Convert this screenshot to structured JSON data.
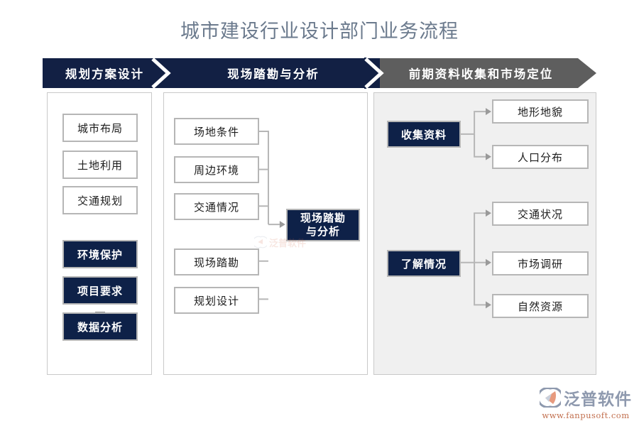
{
  "page": {
    "title": "城市建设行业设计部门业务流程"
  },
  "banners": [
    {
      "label": "规划方案设计",
      "color": "#122044"
    },
    {
      "label": "现场踏勘与分析",
      "color": "#122044"
    },
    {
      "label": "前期资料收集和市场定位",
      "color": "#5e5e5e"
    }
  ],
  "columns": {
    "planning": {
      "name": "规划方案设计",
      "light_nodes": [
        {
          "label": "城市布局"
        },
        {
          "label": "土地利用"
        },
        {
          "label": "交通规划"
        }
      ],
      "arrow_icon": "down-arrow-icon",
      "dark_nodes": [
        {
          "label": "环境保护"
        },
        {
          "label": "项目要求"
        },
        {
          "label": "数据分析"
        }
      ]
    },
    "survey": {
      "name": "现场踏勘与分析",
      "inputs": [
        {
          "label": "场地条件"
        },
        {
          "label": "周边环境"
        },
        {
          "label": "交通情况"
        },
        {
          "label": "现场踏勘"
        },
        {
          "label": "规划设计"
        }
      ],
      "target": {
        "line1": "现场踏勘",
        "line2": "与分析"
      }
    },
    "research": {
      "name": "前期资料收集和市场定位",
      "groups": [
        {
          "hub": "收集资料",
          "leaves": [
            {
              "label": "地形地貌"
            },
            {
              "label": "人口分布"
            }
          ]
        },
        {
          "hub": "了解情况",
          "leaves": [
            {
              "label": "交通状况"
            },
            {
              "label": "市场调研"
            },
            {
              "label": "自然资源"
            }
          ]
        }
      ]
    }
  },
  "logo": {
    "word": "泛普软件",
    "url": "www.fanpusoft.com"
  },
  "watermark": {
    "text": "泛普软件"
  },
  "colors": {
    "navy": "#122044",
    "node_navy": "#0e2148",
    "grey_banner": "#5e5e5e",
    "node_border": "#b6b6b6",
    "panel_grey": "#f0f0f0",
    "title_grey": "#6b7a8d"
  }
}
